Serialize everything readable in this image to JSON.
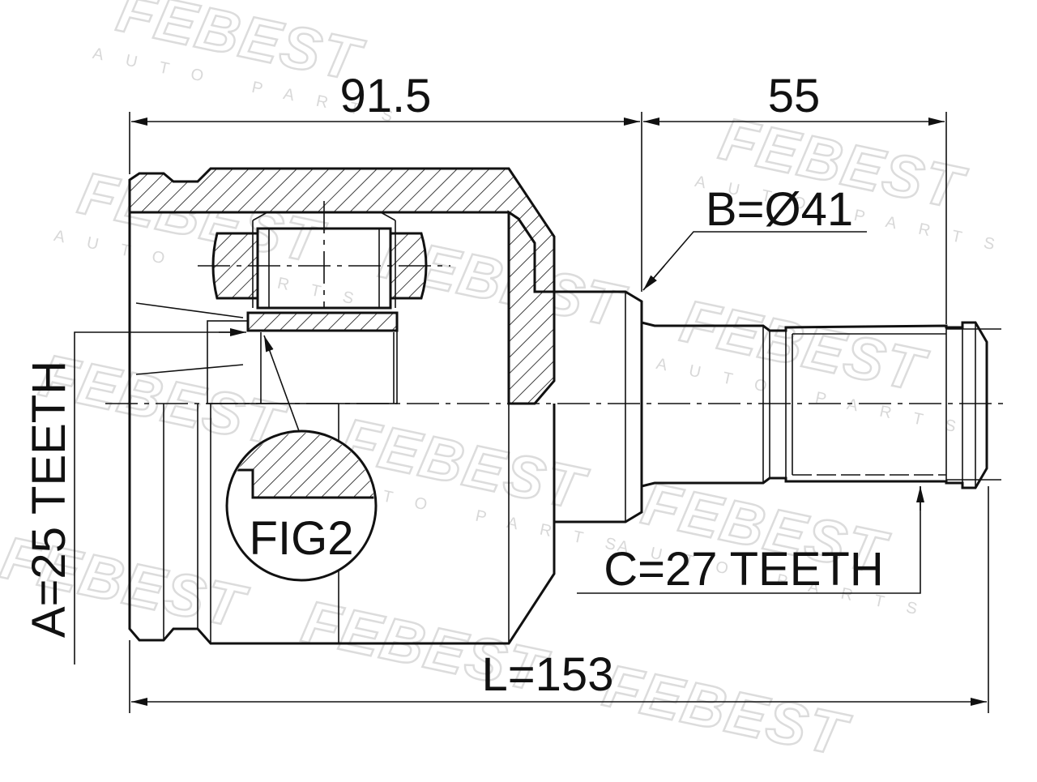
{
  "watermark": {
    "brand": "FEBEST",
    "sub": "AUTO PARTS"
  },
  "dimensions": {
    "housing_length": "91.5",
    "stub_length": "55",
    "shoulder_diameter": "B=Ø41",
    "outer_spline": "C=27 TEETH",
    "inner_spline": "A=25 TEETH",
    "total_length": "L=153"
  },
  "labels": {
    "detail": "FIG2"
  }
}
